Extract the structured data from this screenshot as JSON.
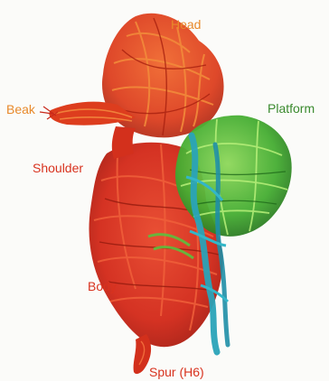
{
  "labels": {
    "head": "Head",
    "beak": "Beak",
    "platform": "Platform",
    "shoulder": "Shoulder",
    "body": "Body",
    "spur": "Spur (H6)"
  },
  "colors": {
    "head": "#e8892a",
    "beak": "#e8892a",
    "platform": "#3a8a2e",
    "shoulder": "#d8321e",
    "body": "#d8321e",
    "spur": "#d8321e",
    "rna_red": "#d8301e",
    "rna_orange": "#e8552a",
    "rna_green": "#4fb83a",
    "rna_cyan": "#2aa3b8"
  }
}
